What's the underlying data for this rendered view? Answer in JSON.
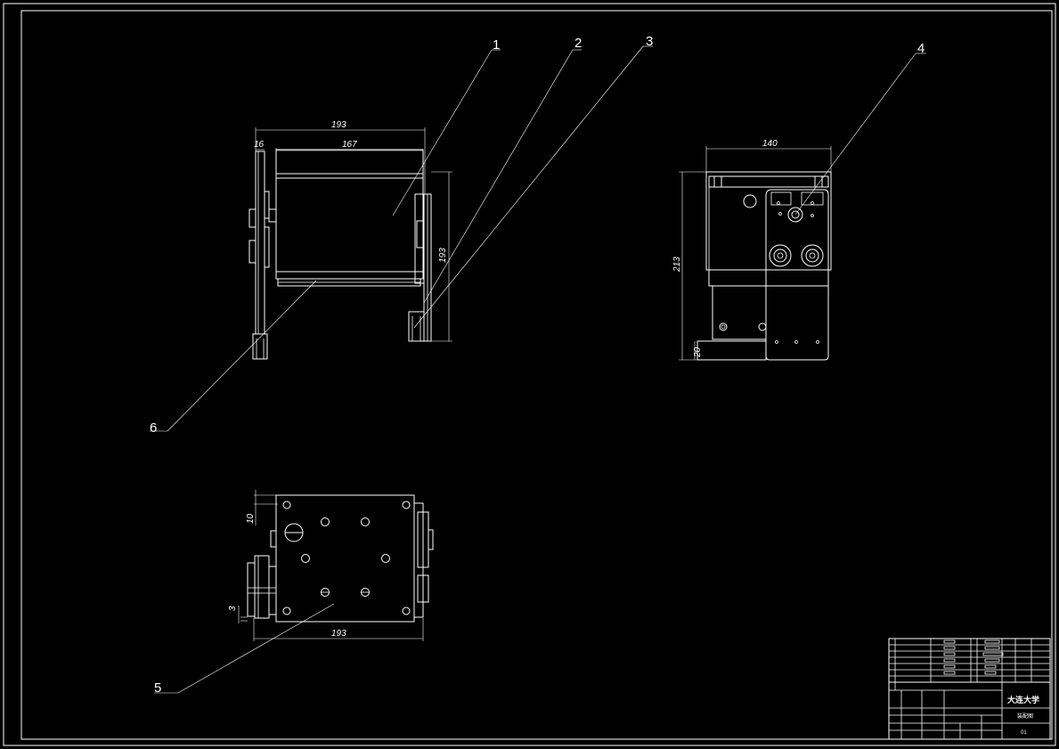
{
  "callouts": [
    "1",
    "2",
    "3",
    "4",
    "5",
    "6"
  ],
  "dimensions": {
    "front_overall_width": "193",
    "front_inner_width": "167",
    "front_thickness": "16",
    "front_height": "193",
    "side_width": "140",
    "side_height": "213",
    "side_base": "20",
    "plan_offset": "10",
    "plan_gap": "3",
    "plan_width": "193"
  },
  "title_block": {
    "school": "大连大学",
    "drawing_title": "装配图",
    "drawing_number": "01"
  }
}
